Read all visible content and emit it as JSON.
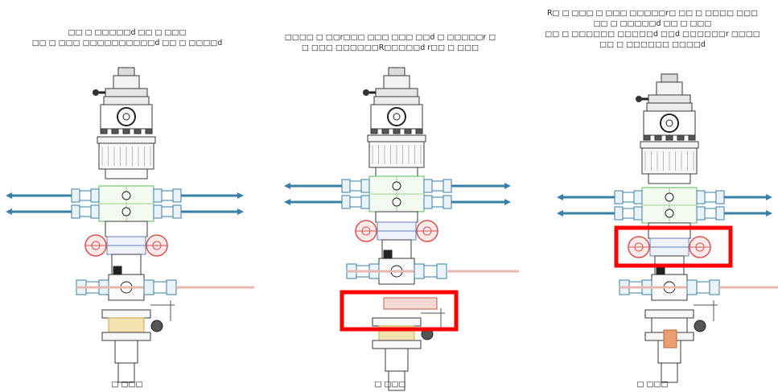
{
  "figure": {
    "panels": [
      {
        "caption": "□□ □ □□□□□d □□ □ □□□\n□□ □ □□□ □□□□□□□□□□d □□ □ □□□□d",
        "label": "□ □□□"
      },
      {
        "caption": "□□□□ □ □□r□□□ □□□ □□□ □□d □ □□□□□r □\n□ □□□ □□□□□□R□□□□□d r□□ □ □□□",
        "label": "□ □□□"
      },
      {
        "caption": "R□ □ □□□ □ □□□ □□□□□r□ □□ □ □□□□ □□□\n□□ □ □□□□□d □□ □ □□□\n□□ □ □□□□□□ □□□□□d □□d □□□□□□r □□□□\n□□ □ □□□□□□ □□□□d",
        "label": "□ □□□"
      }
    ],
    "colors": {
      "outline": "#3a3a3a",
      "valve": "#3a7fa6",
      "spool": "#5cb85c",
      "ram": "#d9534f",
      "highlight": "#ff0000",
      "brass": "#c9a64a"
    }
  }
}
